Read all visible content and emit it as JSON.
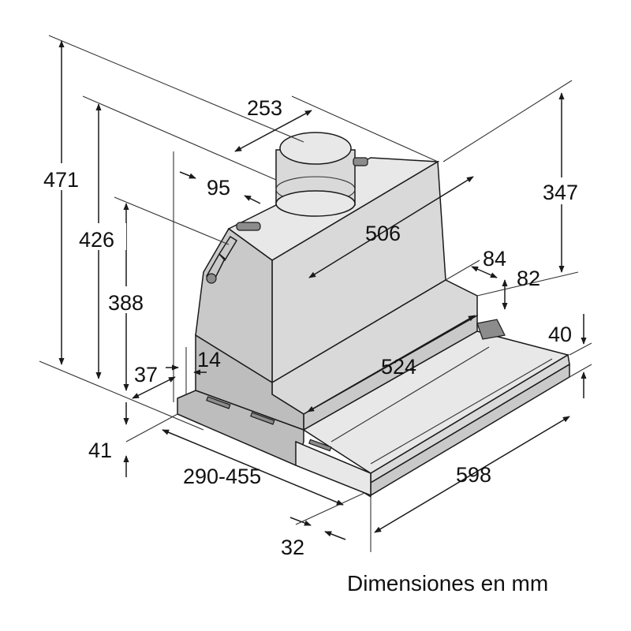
{
  "dimensions": {
    "d471": "471",
    "d426": "426",
    "d388": "388",
    "d253": "253",
    "d95": "95",
    "d506": "506",
    "d347": "347",
    "d84": "84",
    "d82": "82",
    "d524": "524",
    "d40": "40",
    "d14": "14",
    "d37": "37",
    "d41": "41",
    "d290_455": "290-455",
    "d598": "598",
    "d32": "32"
  },
  "caption": "Dimensiones en mm"
}
